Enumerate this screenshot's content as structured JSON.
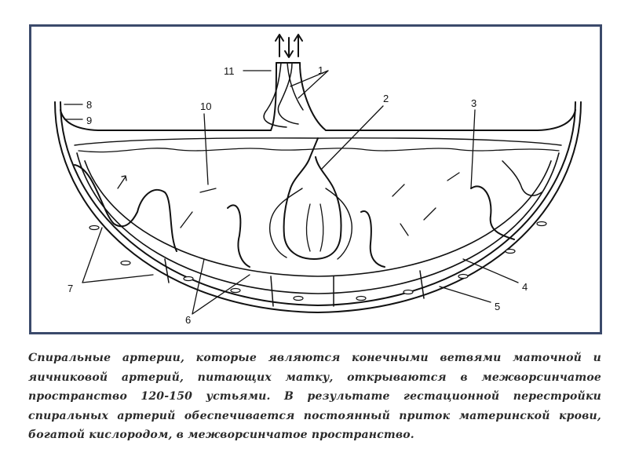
{
  "diagram": {
    "labels": {
      "l1": "1",
      "l2": "2",
      "l3": "3",
      "l4": "4",
      "l5": "5",
      "l6": "6",
      "l7": "7",
      "l8": "8",
      "l9": "9",
      "l10": "10",
      "l11": "11"
    }
  },
  "caption": "Спиральные артерии, которые являются конечными ветвями маточной и яичниковой артерий, питающих матку, открываются в межворсинчатое пространство 120-150 устьями. В результате гестационной перестройки спиральных артерий обеспечивается постоянный приток материнской крови, богатой кислородом, в межворсинчатое пространство."
}
